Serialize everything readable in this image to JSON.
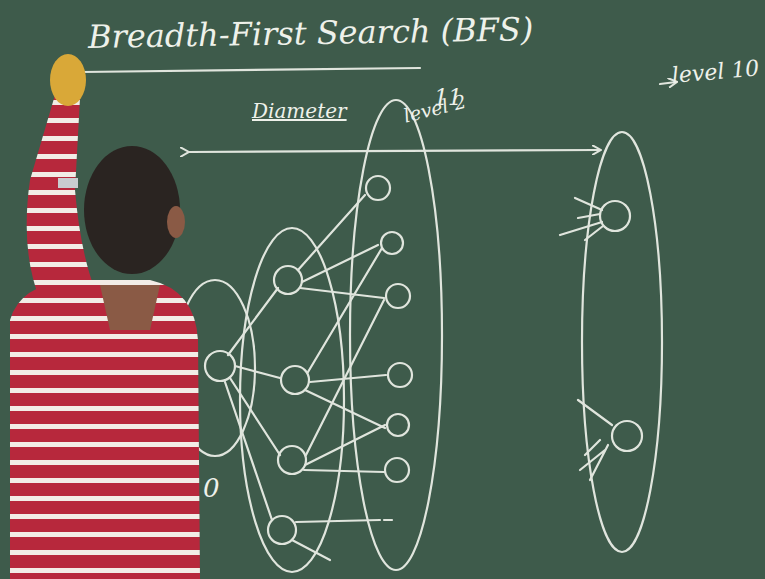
{
  "diagram": {
    "title": "Breadth-First Search (BFS)",
    "labels": [
      "Diameter",
      "11",
      "level 2",
      "level 10",
      "0"
    ]
  }
}
